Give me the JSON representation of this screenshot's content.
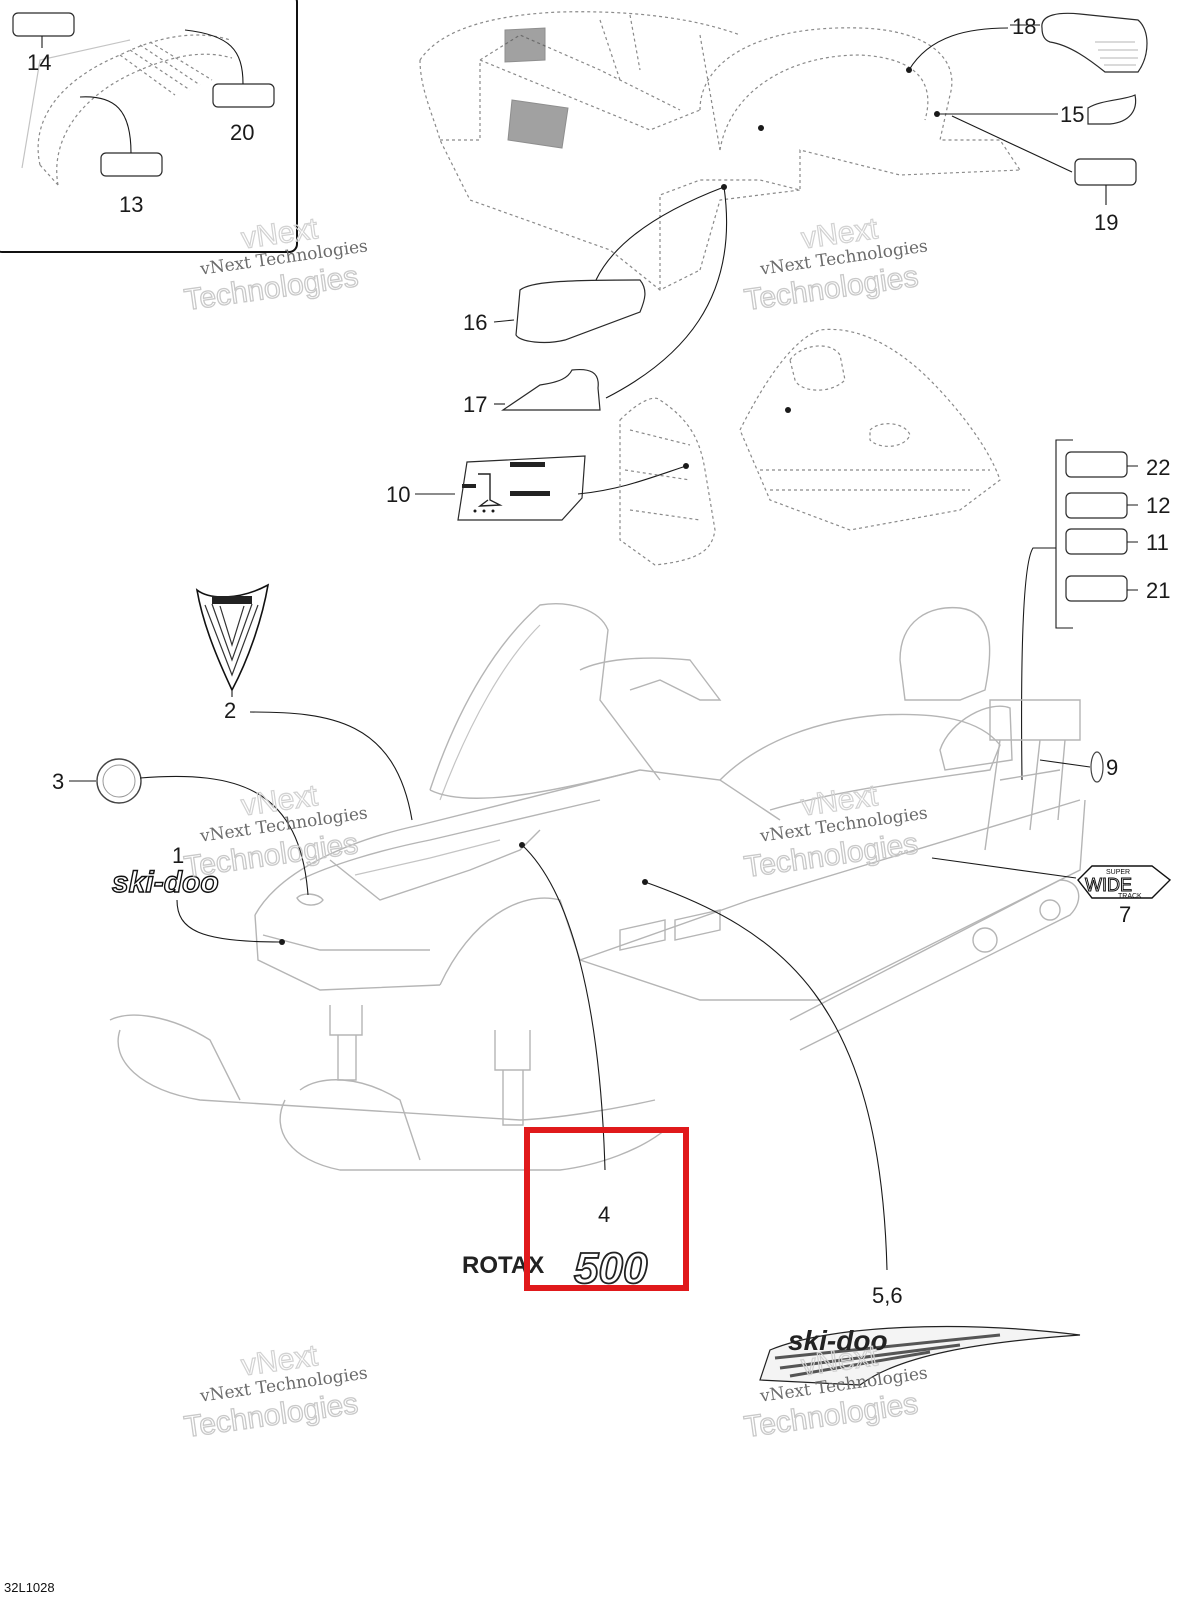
{
  "diagram": {
    "code": "32L1028",
    "watermark": {
      "line1": "vNext",
      "line2": "vNext Technologies",
      "line3": "Technologies"
    },
    "callouts": {
      "c14": "14",
      "c20": "20",
      "c13": "13",
      "c18": "18",
      "c15": "15",
      "c19": "19",
      "c16": "16",
      "c17": "17",
      "c10": "10",
      "c22": "22",
      "c12": "12",
      "c11": "11",
      "c21": "21",
      "c2": "2",
      "c3": "3",
      "c1": "1",
      "c9": "9",
      "c7": "7",
      "c4": "4",
      "c56": "5,6"
    },
    "decal_text": {
      "skidoo": "ski-doo",
      "rotax": "ROTAX",
      "rotax_model": "500",
      "super": "SUPER",
      "wide": "WIDE",
      "track": "TRACK"
    },
    "highlight_color": "#e0191b"
  }
}
